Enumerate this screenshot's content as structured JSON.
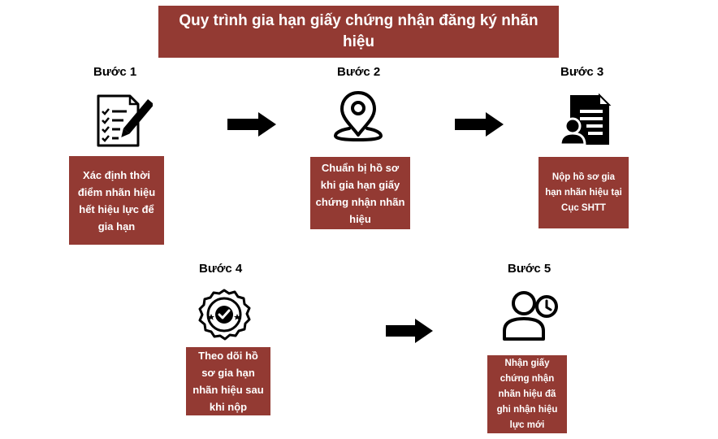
{
  "title": "Quy trình gia hạn giấy chứng nhận đăng ký nhãn hiệu",
  "colors": {
    "box_fill": "#933a33",
    "box_text": "#ffffff",
    "icon": "#000000"
  },
  "steps": [
    {
      "label": "Bước 1",
      "text": "Xác định thời điểm nhãn hiệu hết hiệu lực để gia hạn",
      "icon": "document-pen-icon"
    },
    {
      "label": "Bước 2",
      "text": "Chuẩn bị hồ sơ khi gia hạn giấy chứng nhận nhãn hiệu",
      "icon": "location-pin-icon"
    },
    {
      "label": "Bước 3",
      "text": "Nộp hồ sơ gia hạn nhãn hiệu tại Cục SHTT",
      "icon": "person-document-icon"
    },
    {
      "label": "Bước 4",
      "text": "Theo dõi hồ sơ gia hạn nhãn hiệu sau khi nộp",
      "icon": "check-badge-icon"
    },
    {
      "label": "Bước 5",
      "text": "Nhận giấy chứng nhận nhãn hiệu đã ghi nhận hiệu lực mới",
      "icon": "user-clock-icon"
    }
  ]
}
